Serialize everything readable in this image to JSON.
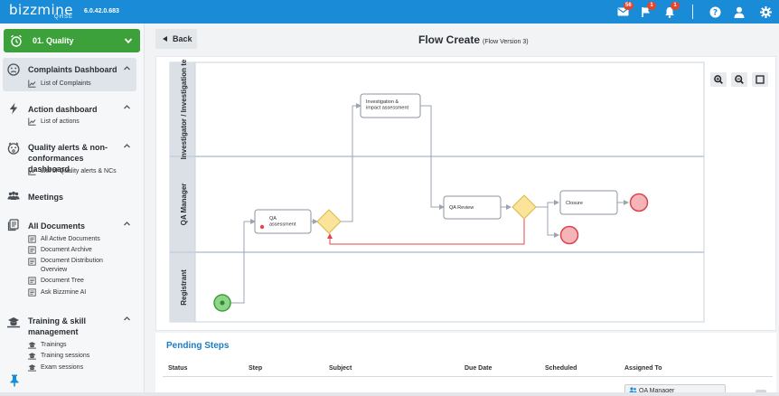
{
  "app": {
    "logo": "bizzmine",
    "logo_sub": "QHSE",
    "version": "6.0.42.0.683",
    "badges": {
      "mail": "56",
      "flag": "1",
      "bell": "1"
    },
    "icons": [
      "mail-icon",
      "flag-icon",
      "bell-icon",
      "help-icon",
      "user-icon",
      "gear-icon"
    ]
  },
  "sidebar": {
    "module": "01. Quality",
    "groups": [
      {
        "title": "Complaints Dashboard",
        "icon": "frown-icon",
        "items": [
          "List of Complaints"
        ]
      },
      {
        "title": "Action dashboard",
        "icon": "bolt-icon",
        "items": [
          "List of actions"
        ]
      },
      {
        "title": "Quality alerts & non-conformances dashboard",
        "icon": "alert-face-icon",
        "items": [
          "List of Quality alerts & NCs"
        ]
      },
      {
        "title": "Meetings",
        "icon": "people-icon",
        "items": []
      },
      {
        "title": "All Documents",
        "icon": "documents-icon",
        "items": [
          "All Active Documents",
          "Document Archive",
          "Document Distribution Overview",
          "Document Tree",
          "Ask Bizzmine AI"
        ]
      },
      {
        "title": "Training & skill management",
        "icon": "training-icon",
        "items": [
          "Trainings",
          "Training sessions",
          "Exam sessions"
        ]
      }
    ]
  },
  "header": {
    "back_label": "Back",
    "title": "Flow Create",
    "subtitle": "(Flow Version 3)"
  },
  "diagram": {
    "lanes": [
      "Investigator / Investigation te",
      "QA Manager",
      "Registrant"
    ],
    "tasks": [
      "Investigation & impact assessment",
      "QA assessment",
      "QA Review",
      "Closure"
    ]
  },
  "pending": {
    "title": "Pending Steps",
    "columns": [
      "Status",
      "Step",
      "Subject",
      "Due Date",
      "Scheduled",
      "Assigned To"
    ],
    "assigned": "QA Manager"
  },
  "colors": {
    "topbar": "#1a8bd6",
    "module": "#3ca13a",
    "start_event": "#8ed48a",
    "end_event": "#f5b5b8",
    "gateway": "#fbe39a",
    "reject_flow": "#e5454f"
  }
}
